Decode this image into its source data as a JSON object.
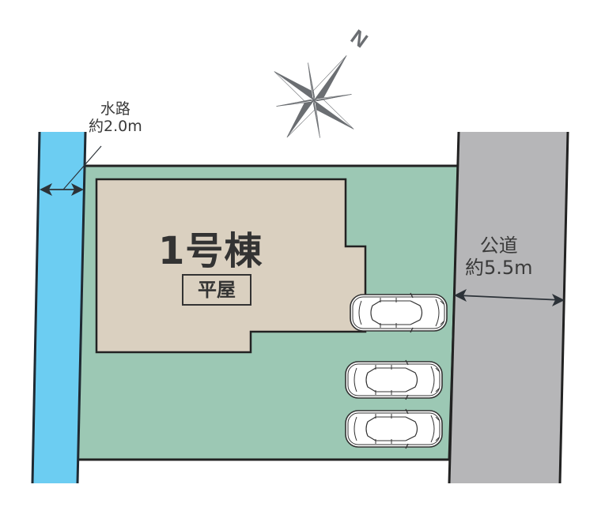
{
  "diagram": {
    "type": "site-plan",
    "colors": {
      "waterway": "#6ccdf2",
      "lot": "#9cc8b4",
      "building": "#dad0c0",
      "road": "#b6b6b8",
      "outline": "#222222",
      "compass": "#6b6e72",
      "background": "#ffffff"
    },
    "compass": {
      "label": "N",
      "icon": "compass-rose-icon"
    },
    "waterway": {
      "name": "水路",
      "width": "約2.0m"
    },
    "road": {
      "name": "公道",
      "width": "約5.5m"
    },
    "building": {
      "name": "1号棟",
      "type": "平屋"
    },
    "parking": {
      "spaces": 3,
      "icon": "car-icon"
    }
  }
}
